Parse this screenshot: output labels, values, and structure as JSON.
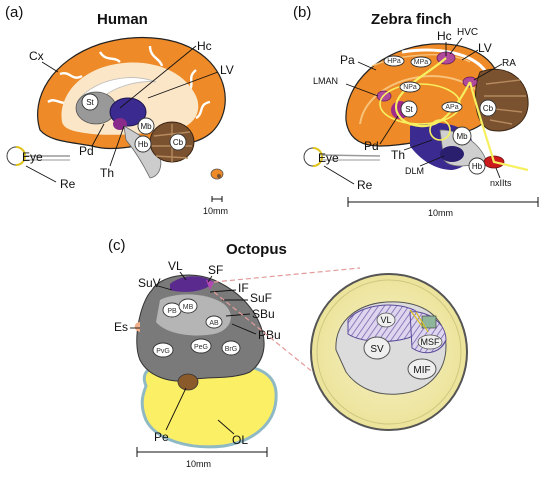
{
  "panel_a": {
    "panel_label": "(a)",
    "title": "Human",
    "labels": {
      "hc": "Hc",
      "cx": "Cx",
      "lv": "LV",
      "st": "St",
      "mb": "Mb",
      "pd": "Pd",
      "hb": "Hb",
      "cb": "Cb",
      "th": "Th",
      "eye": "Eye",
      "re": "Re"
    },
    "scale_bar": "10mm"
  },
  "panel_b": {
    "panel_label": "(b)",
    "title": "Zebra finch",
    "labels": {
      "hc": "Hc",
      "hvc": "HVC",
      "lv": "LV",
      "ra": "RA",
      "pa": "Pa",
      "lman": "LMAN",
      "st": "St",
      "cb": "Cb",
      "pd": "Pd",
      "mb": "Mb",
      "th": "Th",
      "dlm": "DLM",
      "hb": "Hb",
      "nxllts": "nxIIts",
      "eye": "Eye",
      "re": "Re",
      "hpa": "HPa",
      "mpa": "MPa",
      "npa": "NPa",
      "apa": "APa"
    },
    "scale_bar": "10mm"
  },
  "panel_c": {
    "panel_label": "(c)",
    "title": "Octopus",
    "labels": {
      "vl": "VL",
      "sf": "SF",
      "suv": "SuV",
      "if": "IF",
      "suf": "SuF",
      "sbu": "SBu",
      "es": "Es",
      "pbu": "PBu",
      "pb": "PB",
      "mb": "MB",
      "ab": "AB",
      "pvg": "PvG",
      "peg": "PeG",
      "brg": "BrG",
      "pe": "Pe",
      "ol": "OL",
      "inset_vl": "VL",
      "sv": "SV",
      "msf": "MSF",
      "mif": "MIF"
    },
    "scale_bar": "10mm"
  }
}
